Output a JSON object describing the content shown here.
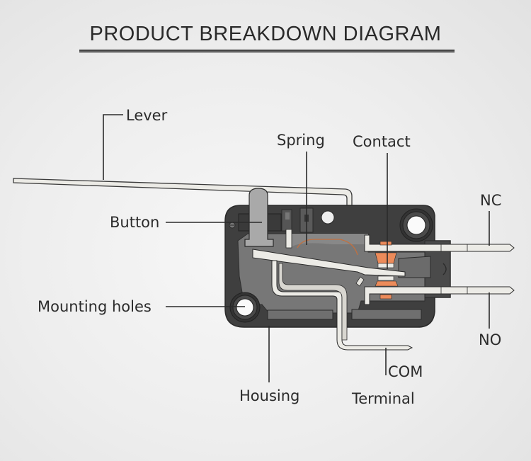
{
  "title": "PRODUCT BREAKDOWN DIAGRAM",
  "labels": {
    "lever": "Lever",
    "spring": "Spring",
    "contact": "Contact",
    "button": "Button",
    "nc": "NC",
    "mounting_holes": "Mounting holes",
    "no": "NO",
    "housing": "Housing",
    "com": "COM",
    "terminal": "Terminal"
  },
  "colors": {
    "housing_dark": "#3f3f3f",
    "housing_mid": "#6b6b6b",
    "housing_light": "#8c8c8c",
    "metal": "#e4e2dc",
    "contact": "#ec8b5a",
    "button": "#a6a6a6",
    "line": "#2b2b2b"
  }
}
